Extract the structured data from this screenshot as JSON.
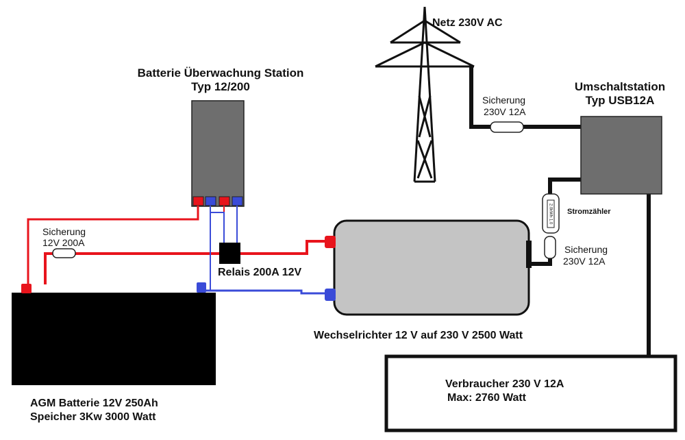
{
  "grid": {
    "title": "Netz 230V AC"
  },
  "monitor": {
    "title": "Batterie Überwachung Station",
    "subtitle": "Typ 12/200"
  },
  "switch_station": {
    "title": "Umschaltstation",
    "subtitle": "Typ USB12A"
  },
  "fuse_ac_top": {
    "line1": "Sicherung",
    "line2": "230V 12A"
  },
  "fuse_dc": {
    "line1": "Sicherung",
    "line2": "12V 200A"
  },
  "fuse_ac_bottom": {
    "line1": "Sicherung",
    "line2": "230V 12A"
  },
  "meter": {
    "label": "Stromzähler",
    "device_text": "2.0kWh 1.0"
  },
  "relay": {
    "label": "Relais 200A 12V"
  },
  "inverter": {
    "label": "Wechselrichter 12 V auf 230 V 2500 Watt"
  },
  "battery": {
    "line1": "AGM Batterie 12V 250Ah",
    "line2": "Speicher 3Kw 3000 Watt"
  },
  "consumer": {
    "line1": "Verbraucher 230 V 12A",
    "line2": "Max: 2760 Watt"
  },
  "colors": {
    "positive": "#e8141c",
    "negative": "#3a4bd8",
    "ac_cable": "#111111",
    "battery": "#000000",
    "device_grey": "#6e6e6e",
    "inverter_grey": "#c4c4c4"
  }
}
